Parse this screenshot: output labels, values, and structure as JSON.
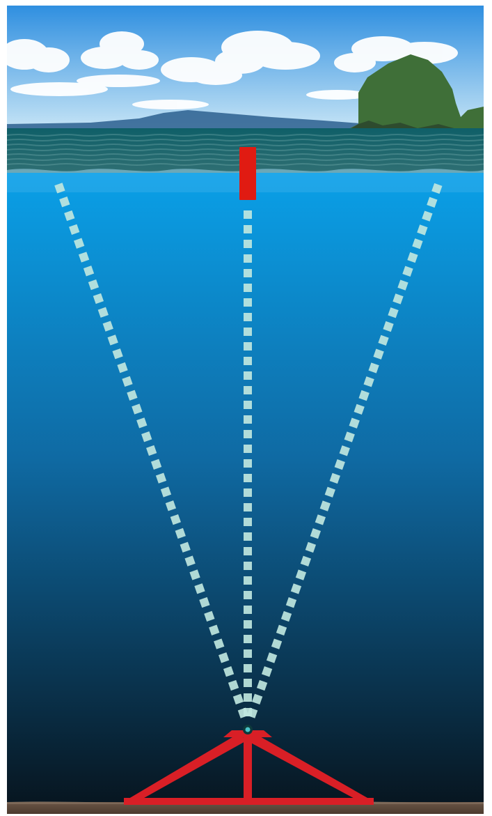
{
  "scene": {
    "colors": {
      "sky_top": "#2f8fe0",
      "sky_bottom": "#c9e6f6",
      "sea_surface": "#2f6f73",
      "water_top": "#0aa0e8",
      "water_mid": "#0f6aa3",
      "water_bottom": "#07151f",
      "beam_dash": "#bfe6de",
      "float_red": "#e01b12",
      "frame_red": "#d91f26",
      "seabed": "#4b3a2e",
      "island": "#3f6f38"
    },
    "elements": [
      "sky-with-clouds",
      "distant-island",
      "sea-surface",
      "underwater-column",
      "acoustic-beam-left",
      "acoustic-beam-center",
      "acoustic-beam-right",
      "surface-float-marker",
      "seabed-tripod-frame",
      "seabed"
    ]
  }
}
